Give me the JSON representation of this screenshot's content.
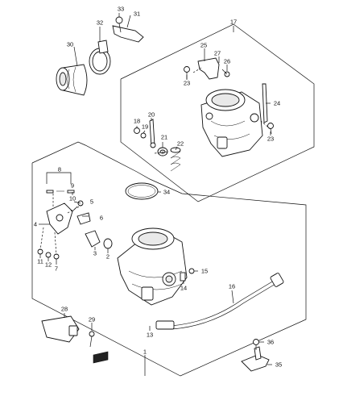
{
  "parts": {
    "p1": "1",
    "p2": "2",
    "p3": "3",
    "p4": "4",
    "p5": "5",
    "p6": "6",
    "p7": "7",
    "p8": "8",
    "p9": "9",
    "p10": "10",
    "p11": "11",
    "p12": "12",
    "p13": "13",
    "p14": "14",
    "p15": "15",
    "p16": "16",
    "p17": "17",
    "p18": "18",
    "p19": "19",
    "p20": "20",
    "p21": "21",
    "p22": "22",
    "p23a": "23",
    "p23b": "23",
    "p24": "24",
    "p25": "25",
    "p26": "26",
    "p27": "27",
    "p28": "28",
    "p29": "29",
    "p30": "30",
    "p31": "31",
    "p32": "32",
    "p33": "33",
    "p34": "34",
    "p35": "35",
    "p36": "36"
  }
}
